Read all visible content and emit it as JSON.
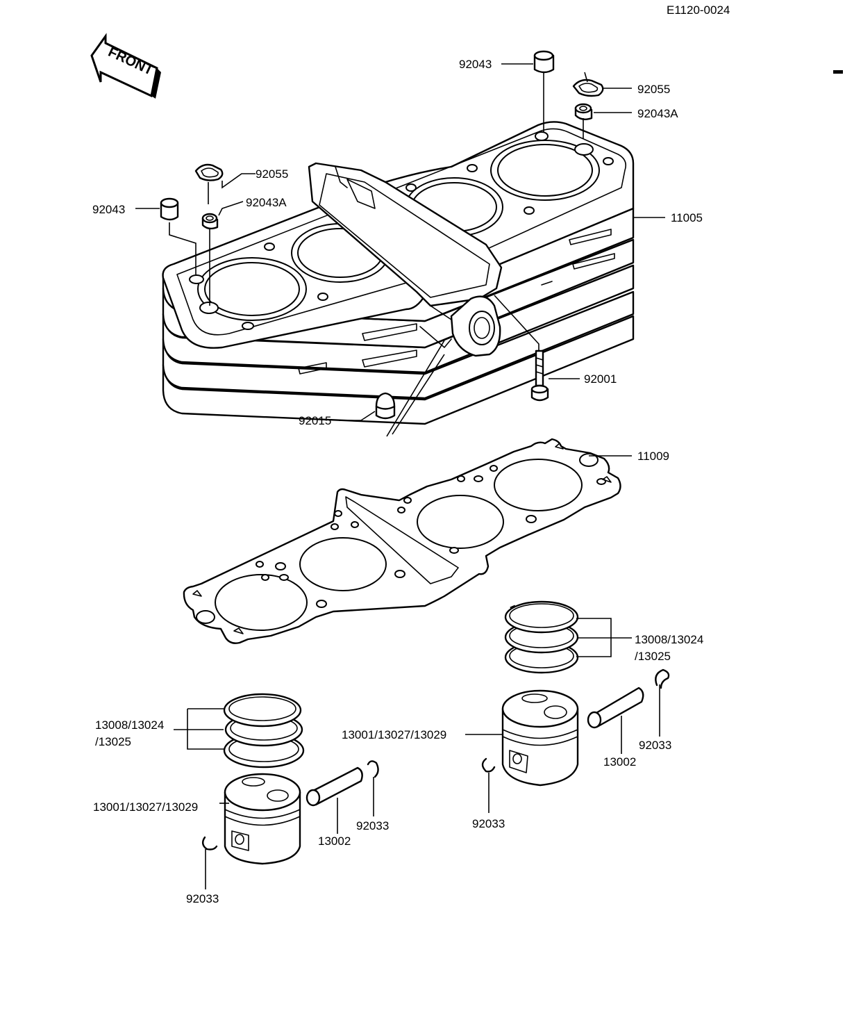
{
  "drawing_code": "E1120-0024",
  "front_label": "FRONT",
  "labels": {
    "l92043_right": "92043",
    "l92055_right": "92055",
    "l92043A_right": "92043A",
    "l92055_left": "92055",
    "l92043_left": "92043",
    "l92043A_left": "92043A",
    "l11005": "11005",
    "l92001": "92001",
    "l92015": "92015",
    "l11009": "11009",
    "rings_right_1": "13008/13024",
    "rings_right_2": "/13025",
    "rings_left_1": "13008/13024",
    "rings_left_2": "/13025",
    "piston_right": "13001/13027/13029",
    "piston_left": "13001/13027/13029",
    "pin_right": "13002",
    "pin_left": "13002",
    "clip_right_a": "92033",
    "clip_right_b": "92033",
    "clip_left_a": "92033",
    "clip_left_b": "92033"
  }
}
